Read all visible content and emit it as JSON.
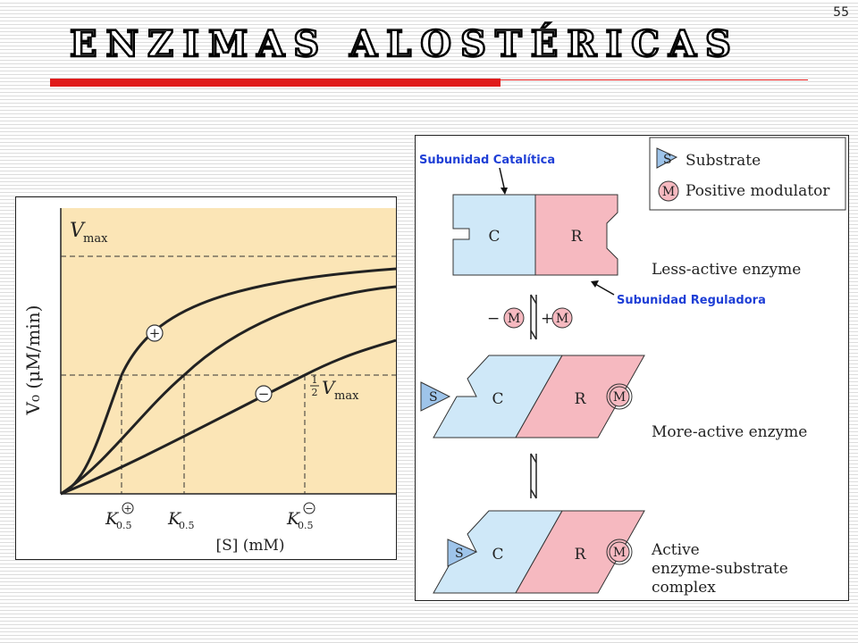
{
  "slide": {
    "number": "55",
    "title": "Enzimas Alostéricas"
  },
  "graph": {
    "y_axis_label": "V₀ (μM/min)",
    "x_axis_label": "[S] (mM)",
    "vmax_label": "Vmax",
    "half_vmax_label": "Vmax",
    "half_fraction_num": "1",
    "half_fraction_den": "2",
    "k_label": "K",
    "k_subscript": "0.5",
    "plus_symbol": "+",
    "minus_symbol": "−"
  },
  "diagram": {
    "legend": {
      "substrate_symbol": "S",
      "substrate_label": "Substrate",
      "modulator_symbol": "M",
      "modulator_label": "Positive modulator"
    },
    "catalytic_label": "Subunidad Catalítica",
    "regulatory_label": "Subunidad Reguladora",
    "c_label": "C",
    "r_label": "R",
    "m_label": "M",
    "s_label": "S",
    "minus_sign": "−",
    "plus_sign": "+",
    "state1_label": "Less-active enzyme",
    "state2_label": "More-active enzyme",
    "state3_lines": [
      "Active",
      "enzyme-substrate",
      "complex"
    ]
  },
  "colors": {
    "catalytic": "#cfe8f8",
    "regulatory": "#f6b9c0",
    "graph_bg": "#fbe5b6",
    "label_blue": "#1f3fd6",
    "title_bar": "#e01b1b"
  }
}
